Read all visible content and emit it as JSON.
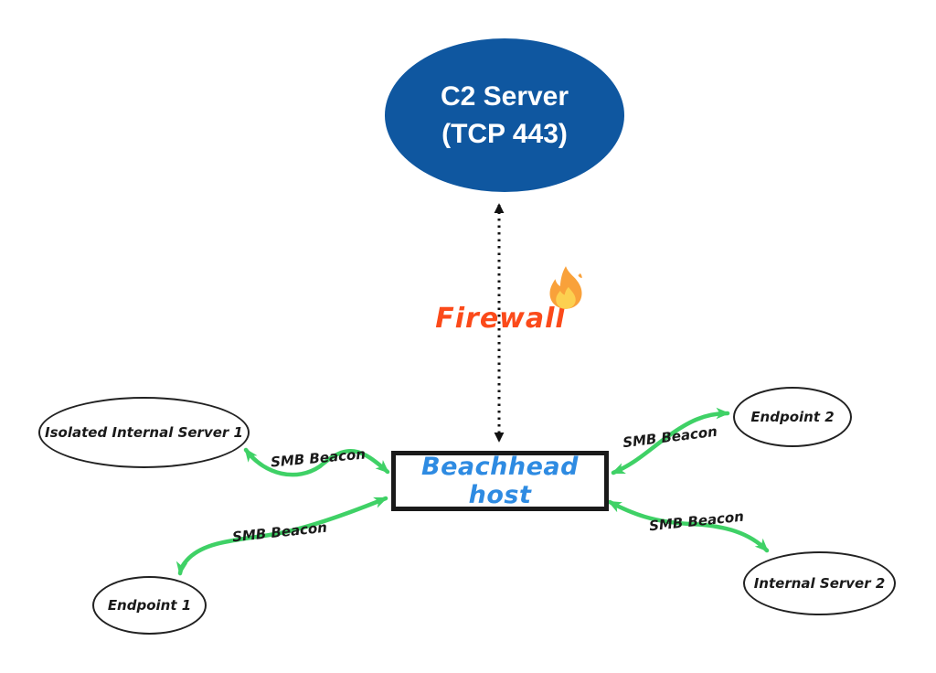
{
  "c2_server": {
    "line1": "C2 Server",
    "line2": "(TCP 443)",
    "fill": "#0F57A0",
    "text_color": "#FFFFFF"
  },
  "firewall": {
    "label": "Firewall",
    "color": "#FB4A1A",
    "icon": "fire-icon"
  },
  "beachhead": {
    "label": "Beachhead host",
    "text_color": "#2E8BE2"
  },
  "nodes": [
    {
      "label": "Isolated Internal Server 1"
    },
    {
      "label": "Endpoint 1"
    },
    {
      "label": "Endpoint 2"
    },
    {
      "label": "Internal Server 2"
    }
  ],
  "edges": [
    {
      "from": "Beachhead host",
      "to": "Isolated Internal Server 1",
      "label": "SMB Beacon"
    },
    {
      "from": "Beachhead host",
      "to": "Endpoint 1",
      "label": "SMB Beacon"
    },
    {
      "from": "Beachhead host",
      "to": "Endpoint 2",
      "label": "SMB Beacon"
    },
    {
      "from": "Beachhead host",
      "to": "Internal Server 2",
      "label": "SMB Beacon"
    }
  ],
  "c2_link": {
    "style": "dotted",
    "from": "C2 Server (TCP 443)",
    "to": "Beachhead host"
  },
  "colors": {
    "arrow_green": "#3FD166",
    "dotted_line": "#111111",
    "node_border": "#222222"
  }
}
